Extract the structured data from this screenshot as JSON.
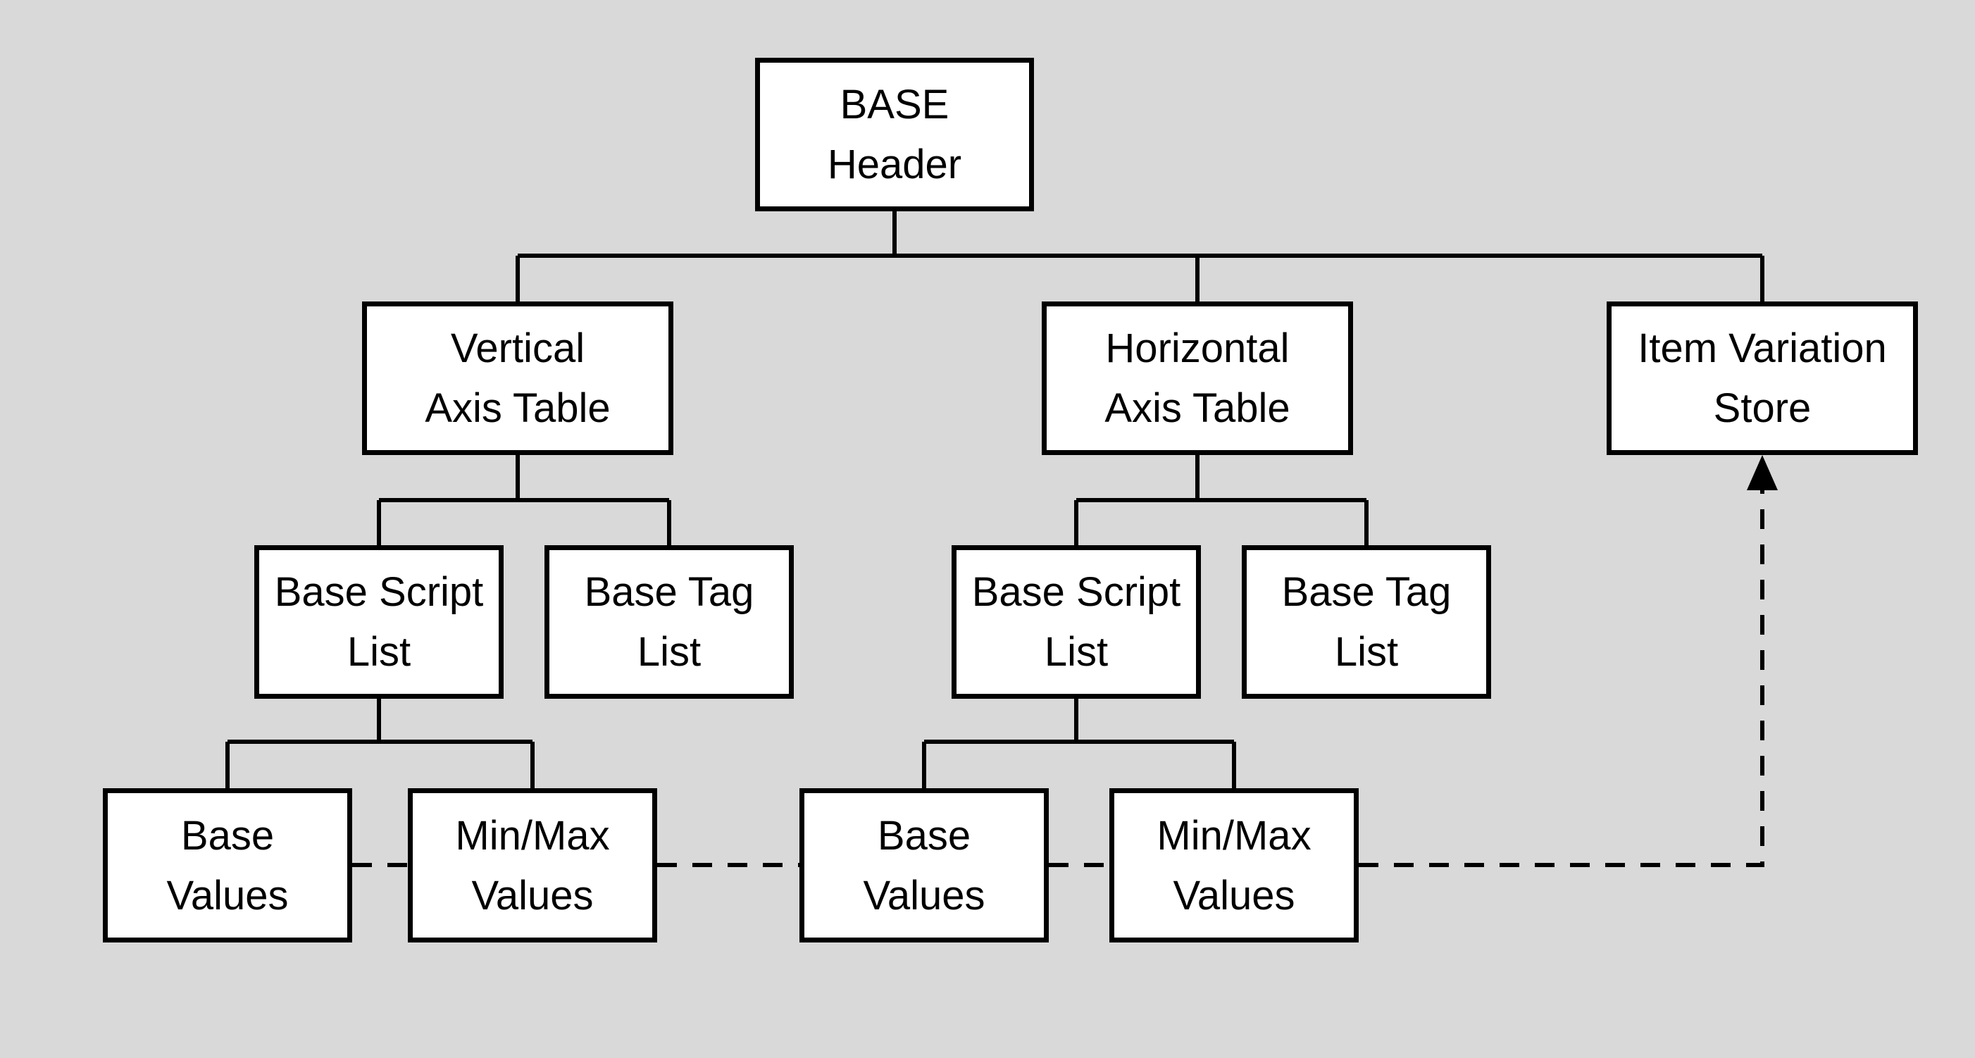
{
  "diagram": {
    "colors": {
      "background": "#d9d9d9",
      "box_fill": "#ffffff",
      "box_border": "#000000",
      "line": "#000000"
    },
    "nodes": {
      "base_header": {
        "label": "BASE\nHeader"
      },
      "vertical_axis_table": {
        "label": "Vertical\nAxis Table"
      },
      "horizontal_axis_table": {
        "label": "Horizontal\nAxis Table"
      },
      "item_variation_store": {
        "label": "Item Variation\nStore"
      },
      "vertical_base_script_list": {
        "label": "Base Script\nList"
      },
      "vertical_base_tag_list": {
        "label": "Base Tag\nList"
      },
      "horizontal_base_script_list": {
        "label": "Base Script\nList"
      },
      "horizontal_base_tag_list": {
        "label": "Base Tag\nList"
      },
      "vertical_base_values": {
        "label": "Base\nValues"
      },
      "vertical_minmax_values": {
        "label": "Min/Max\nValues"
      },
      "horizontal_base_values": {
        "label": "Base\nValues"
      },
      "horizontal_minmax_values": {
        "label": "Min/Max\nValues"
      }
    },
    "connections": [
      {
        "from": "base_header",
        "to": "vertical_axis_table",
        "style": "solid"
      },
      {
        "from": "base_header",
        "to": "horizontal_axis_table",
        "style": "solid"
      },
      {
        "from": "base_header",
        "to": "item_variation_store",
        "style": "solid"
      },
      {
        "from": "vertical_axis_table",
        "to": "vertical_base_script_list",
        "style": "solid"
      },
      {
        "from": "vertical_axis_table",
        "to": "vertical_base_tag_list",
        "style": "solid"
      },
      {
        "from": "vertical_base_script_list",
        "to": "vertical_base_values",
        "style": "solid"
      },
      {
        "from": "vertical_base_script_list",
        "to": "vertical_minmax_values",
        "style": "solid"
      },
      {
        "from": "horizontal_axis_table",
        "to": "horizontal_base_script_list",
        "style": "solid"
      },
      {
        "from": "horizontal_axis_table",
        "to": "horizontal_base_tag_list",
        "style": "solid"
      },
      {
        "from": "horizontal_base_script_list",
        "to": "horizontal_base_values",
        "style": "solid"
      },
      {
        "from": "horizontal_base_script_list",
        "to": "horizontal_minmax_values",
        "style": "solid"
      },
      {
        "from": "vertical_base_values",
        "to": "vertical_minmax_values",
        "style": "dashed"
      },
      {
        "from": "vertical_minmax_values",
        "to": "horizontal_base_values",
        "style": "dashed"
      },
      {
        "from": "horizontal_base_values",
        "to": "horizontal_minmax_values",
        "style": "dashed"
      },
      {
        "from": "horizontal_minmax_values",
        "to": "item_variation_store",
        "style": "dashed-arrow"
      }
    ]
  }
}
